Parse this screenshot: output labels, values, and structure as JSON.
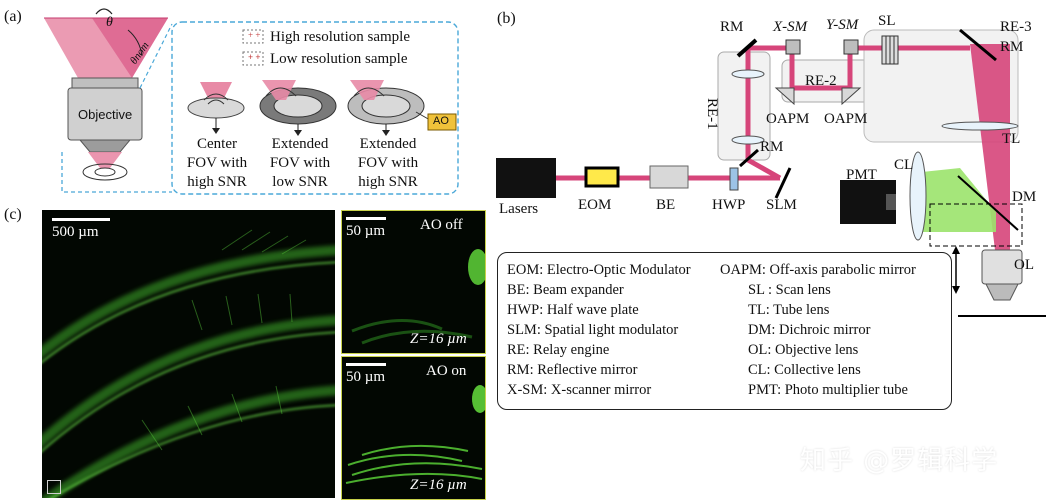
{
  "panels": {
    "a": {
      "letter": "(a)",
      "objective_label": "Objective",
      "theta": "θ",
      "theta_nom": "θnom",
      "legend": [
        {
          "symbol": "+ +",
          "text": "High resolution sample"
        },
        {
          "symbol": "+ +",
          "text": "Low resolution sample"
        }
      ],
      "cases": [
        {
          "lines": [
            "Center",
            "FOV with",
            "high SNR"
          ]
        },
        {
          "lines": [
            "Extended",
            "FOV with",
            "low SNR"
          ]
        },
        {
          "lines": [
            "Extended",
            "FOV with",
            "high SNR"
          ]
        }
      ],
      "ao_tag": "AO"
    },
    "b": {
      "letter": "(b)",
      "components": {
        "rm_top": "RM",
        "xsm": "X-SM",
        "ysm": "Y-SM",
        "sl": "SL",
        "re3": "RE-3",
        "rm_right": "RM",
        "re2": "RE-2",
        "re1": "RE-1",
        "oapm1": "OAPM",
        "oapm2": "OAPM",
        "rm_mid": "RM",
        "tl": "TL",
        "pmt": "PMT",
        "cl": "CL",
        "dm": "DM",
        "ol": "OL",
        "lasers": "Lasers",
        "eom": "EOM",
        "be": "BE",
        "hwp": "HWP",
        "slm": "SLM"
      },
      "legend_left": [
        "EOM: Electro-Optic Modulator",
        "BE: Beam expander",
        "HWP: Half wave plate",
        "SLM: Spatial light modulator",
        "RE: Relay engine",
        "RM: Reflective mirror",
        "X-SM: X-scanner mirror"
      ],
      "legend_right": [
        "OAPM: Off-axis parabolic mirror",
        "SL : Scan lens",
        "TL: Tube lens",
        "DM: Dichroic mirror",
        "OL: Objective lens",
        "CL: Collective lens",
        "PMT: Photo multiplier tube"
      ]
    },
    "c": {
      "letter": "(c)",
      "main_scale": "500 µm",
      "top_scale": "50 µm",
      "top_label": "AO off",
      "top_depth": "Z=16 µm",
      "bottom_scale": "50 µm",
      "bottom_label": "AO on",
      "bottom_depth": "Z=16 µm"
    }
  },
  "watermark": "知乎 @罗辑科学",
  "colors": {
    "beam": "#d6457a",
    "cone": "#e88aa6",
    "fluorescence": "#9be36b",
    "dashed": "#4aa8d8",
    "neuron": "#5fd33a"
  }
}
